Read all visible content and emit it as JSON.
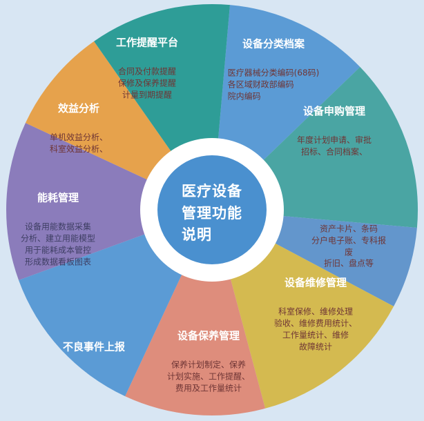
{
  "diagram_title": "医疗设备管理功能说明",
  "background_color": "#d8e6f3",
  "center": {
    "title": "医疗设备\n管理功能\n说明",
    "color": "#4a90cf",
    "ring_color": "#ffffff"
  },
  "segments": [
    {
      "id": "classification-archive",
      "title": "设备分类档案",
      "desc": "医疗器械分类编码(68码)\n各区域财政部编码\n院内编码",
      "color": "#5b9bd5",
      "title_color": "#ffffff",
      "desc_color": "#6f3535",
      "start_angle": 5,
      "end_angle": 46
    },
    {
      "id": "purchase-management",
      "title": "设备申购管理",
      "desc": "年度计划申请、审批\n招标、合同档案、",
      "color": "#4aa5a3",
      "title_color": "#ffffff",
      "desc_color": "#6f3535",
      "start_angle": 46,
      "end_angle": 95
    },
    {
      "id": "asset-management",
      "title": "",
      "desc": "资产卡片、条码\n分户电子账、专科报废\n折旧、盘点等",
      "color": "#6396cc",
      "title_color": "#ffffff",
      "desc_color": "#6f3535",
      "start_angle": 95,
      "end_angle": 118
    },
    {
      "id": "repair-management",
      "title": "设备维修管理",
      "desc": "科室保修、维修处理\n验收、维修费用统计、\n工作量统计、维修\n故障统计",
      "color": "#d4ba50",
      "title_color": "#ffffff",
      "desc_color": "#6f3535",
      "start_angle": 118,
      "end_angle": 165
    },
    {
      "id": "maintenance-management",
      "title": "设备保养管理",
      "desc": "保养计划制定、保养\n计划实施、工作提醒、\n费用及工作量统计",
      "color": "#de8d7c",
      "title_color": "#ffffff",
      "desc_color": "#6f3535",
      "start_angle": 165,
      "end_angle": 205
    },
    {
      "id": "adverse-event-report",
      "title": "不良事件上报",
      "desc": "",
      "color": "#5b9bd5",
      "title_color": "#ffffff",
      "desc_color": "#6f3535",
      "start_angle": 205,
      "end_angle": 250
    },
    {
      "id": "energy-management",
      "title": "能耗管理",
      "desc": "设备用能数据采集\n分析、建立用能模型\n用于能耗成本管控\n形成数据看板图表",
      "color": "#8b7cbb",
      "title_color": "#ffffff",
      "desc_color": "#3e3e63",
      "start_angle": 250,
      "end_angle": 295
    },
    {
      "id": "benefit-analysis",
      "title": "效益分析",
      "desc": "单机效益分析、\n科室效益分析、",
      "color": "#e6a24c",
      "title_color": "#ffffff",
      "desc_color": "#6f3535",
      "start_angle": 295,
      "end_angle": 325
    },
    {
      "id": "work-reminder-platform",
      "title": "工作提醒平台",
      "desc": "合同及付款提醒\n保修及保养提醒\n计量到期提醒",
      "color": "#2e9d97",
      "title_color": "#ffffff",
      "desc_color": "#6f3535",
      "start_angle": 325,
      "end_angle": 365
    }
  ]
}
